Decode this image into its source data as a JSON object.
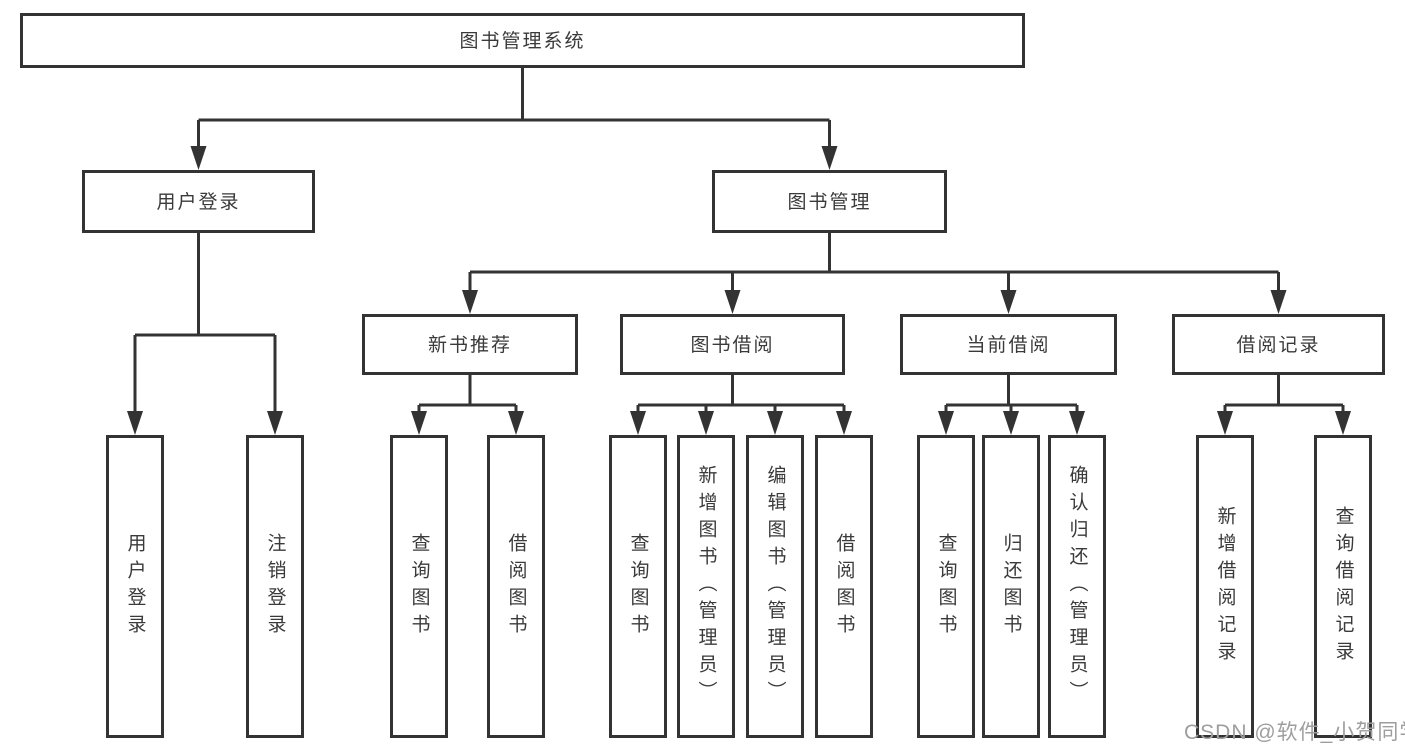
{
  "tree": {
    "root": "图书管理系统",
    "branches": [
      {
        "label": "用户登录",
        "children": [
          "用户登录",
          "注销登录"
        ]
      },
      {
        "label": "图书管理",
        "groups": [
          {
            "label": "新书推荐",
            "children": [
              "查询图书",
              "借阅图书"
            ]
          },
          {
            "label": "图书借阅",
            "children": [
              "查询图书",
              "新增图书（管理员）",
              "编辑图书（管理员）",
              "借阅图书"
            ]
          },
          {
            "label": "当前借阅",
            "children": [
              "查询图书",
              "归还图书",
              "确认归还（管理员）"
            ]
          },
          {
            "label": "借阅记录",
            "children": [
              "新增借阅记录",
              "查询借阅记录"
            ]
          }
        ]
      }
    ]
  },
  "watermark": {
    "text": "CSDN @软件_小贺同学"
  },
  "colors": {
    "line": "#333333",
    "text": "#3a3a3a",
    "background": "#ffffff",
    "watermark": "#9e9e9e"
  }
}
